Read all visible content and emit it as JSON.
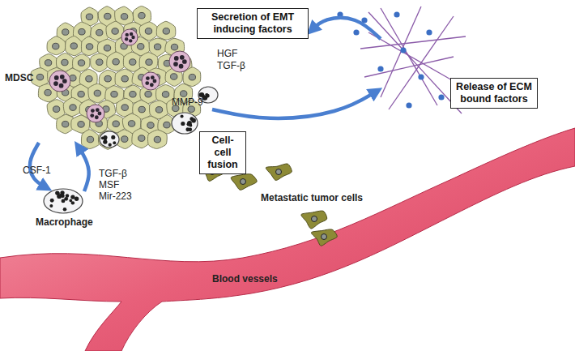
{
  "diagram": {
    "nodes": [
      {
        "text": [
          "Secretion of EMT inducing factors"
        ]
      },
      {
        "text": [
          "Release of ECM bound factors"
        ]
      },
      {
        "text": [
          "Cell-cell fusion"
        ]
      }
    ],
    "labels": [
      "HGF",
      "TGF-β",
      "MDSC",
      "MMP-9",
      "CSF-1",
      "TGF-β",
      "MSF",
      "Mir-223",
      "Macrophage",
      "Metastatic tumor cells",
      "Blood vessels"
    ]
  }
}
